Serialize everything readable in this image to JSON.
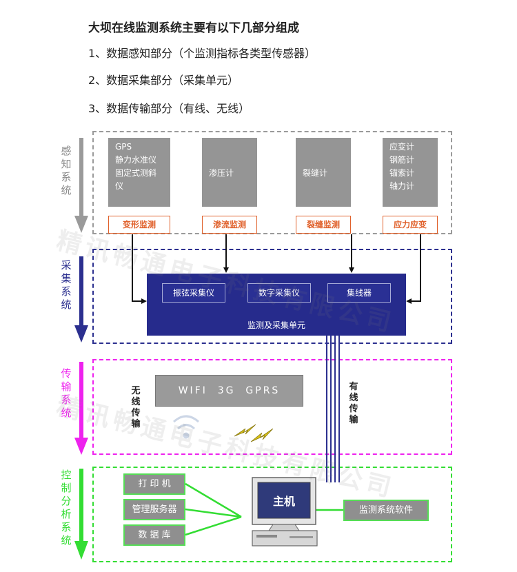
{
  "intro": {
    "title": "大坝在线监测系统主要有以下几部分组成",
    "items": [
      "1、数据感知部分（个监测指标各类型传感器）",
      "2、数据采集部分（采集单元）",
      "3、数据传输部分（有线、无线）"
    ]
  },
  "lanes": {
    "sensing": {
      "label": "感\n知\n系\n统",
      "color": "#9a9a9a"
    },
    "acquisition": {
      "label": "采\n集\n系\n统",
      "color": "#2b2f8f"
    },
    "transmission": {
      "label": "传\n输\n系\n统",
      "color": "#ee22ee"
    },
    "control": {
      "label": "控\n制\n分\n析\n系\n统",
      "color": "#33dd33"
    }
  },
  "sensors": [
    {
      "text": "GPS\n静力水准仪\n固定式测斜\n仪",
      "tag": "变形监测"
    },
    {
      "text": "\n\n渗压计",
      "tag": "渗流监测"
    },
    {
      "text": "\n\n裂缝计",
      "tag": "裂缝监测"
    },
    {
      "text": "应变计\n钢筋计\n锚索计\n轴力计",
      "tag": "应力应变"
    }
  ],
  "acquisition_unit": {
    "modules": [
      "振弦采集仪",
      "数字采集仪",
      "集线器"
    ],
    "title": "监测及采集单元"
  },
  "transmission": {
    "wireless_box": "WIFI  3G  GPRS",
    "wireless_label": "无\n线\n传\n输",
    "wired_label": "有\n线\n传\n输"
  },
  "control": {
    "left_boxes": [
      "打 印 机",
      "管理服务器",
      "数 据 库"
    ],
    "host_label": "主机",
    "software": "监测系统软件"
  },
  "watermark": "精讯畅通电子科技有限公司"
}
